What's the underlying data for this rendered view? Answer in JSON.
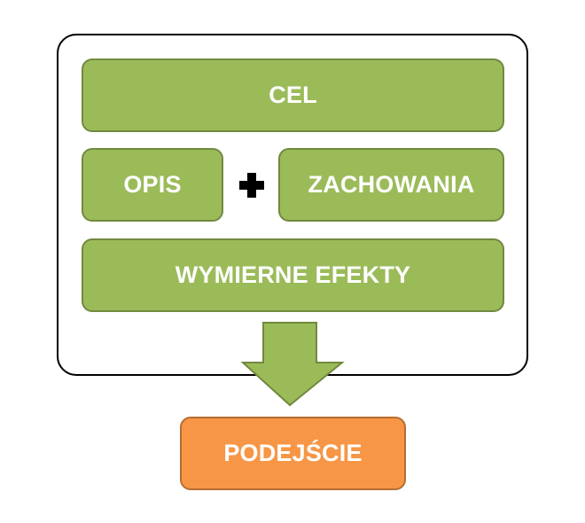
{
  "diagram": {
    "boxes": {
      "cel": "CEL",
      "opis": "OPIS",
      "zachowania": "ZACHOWANIA",
      "efekty": "WYMIERNE EFEKTY",
      "podejscie": "PODEJŚCIE"
    },
    "icons": {
      "plus": "plus-icon",
      "arrow": "down-arrow-icon"
    },
    "colors": {
      "green_fill": "#9BBB59",
      "green_border": "#71893F",
      "orange_fill": "#F79646",
      "orange_border": "#B66D31",
      "text": "#FFFFFF",
      "frame": "#000000"
    }
  }
}
